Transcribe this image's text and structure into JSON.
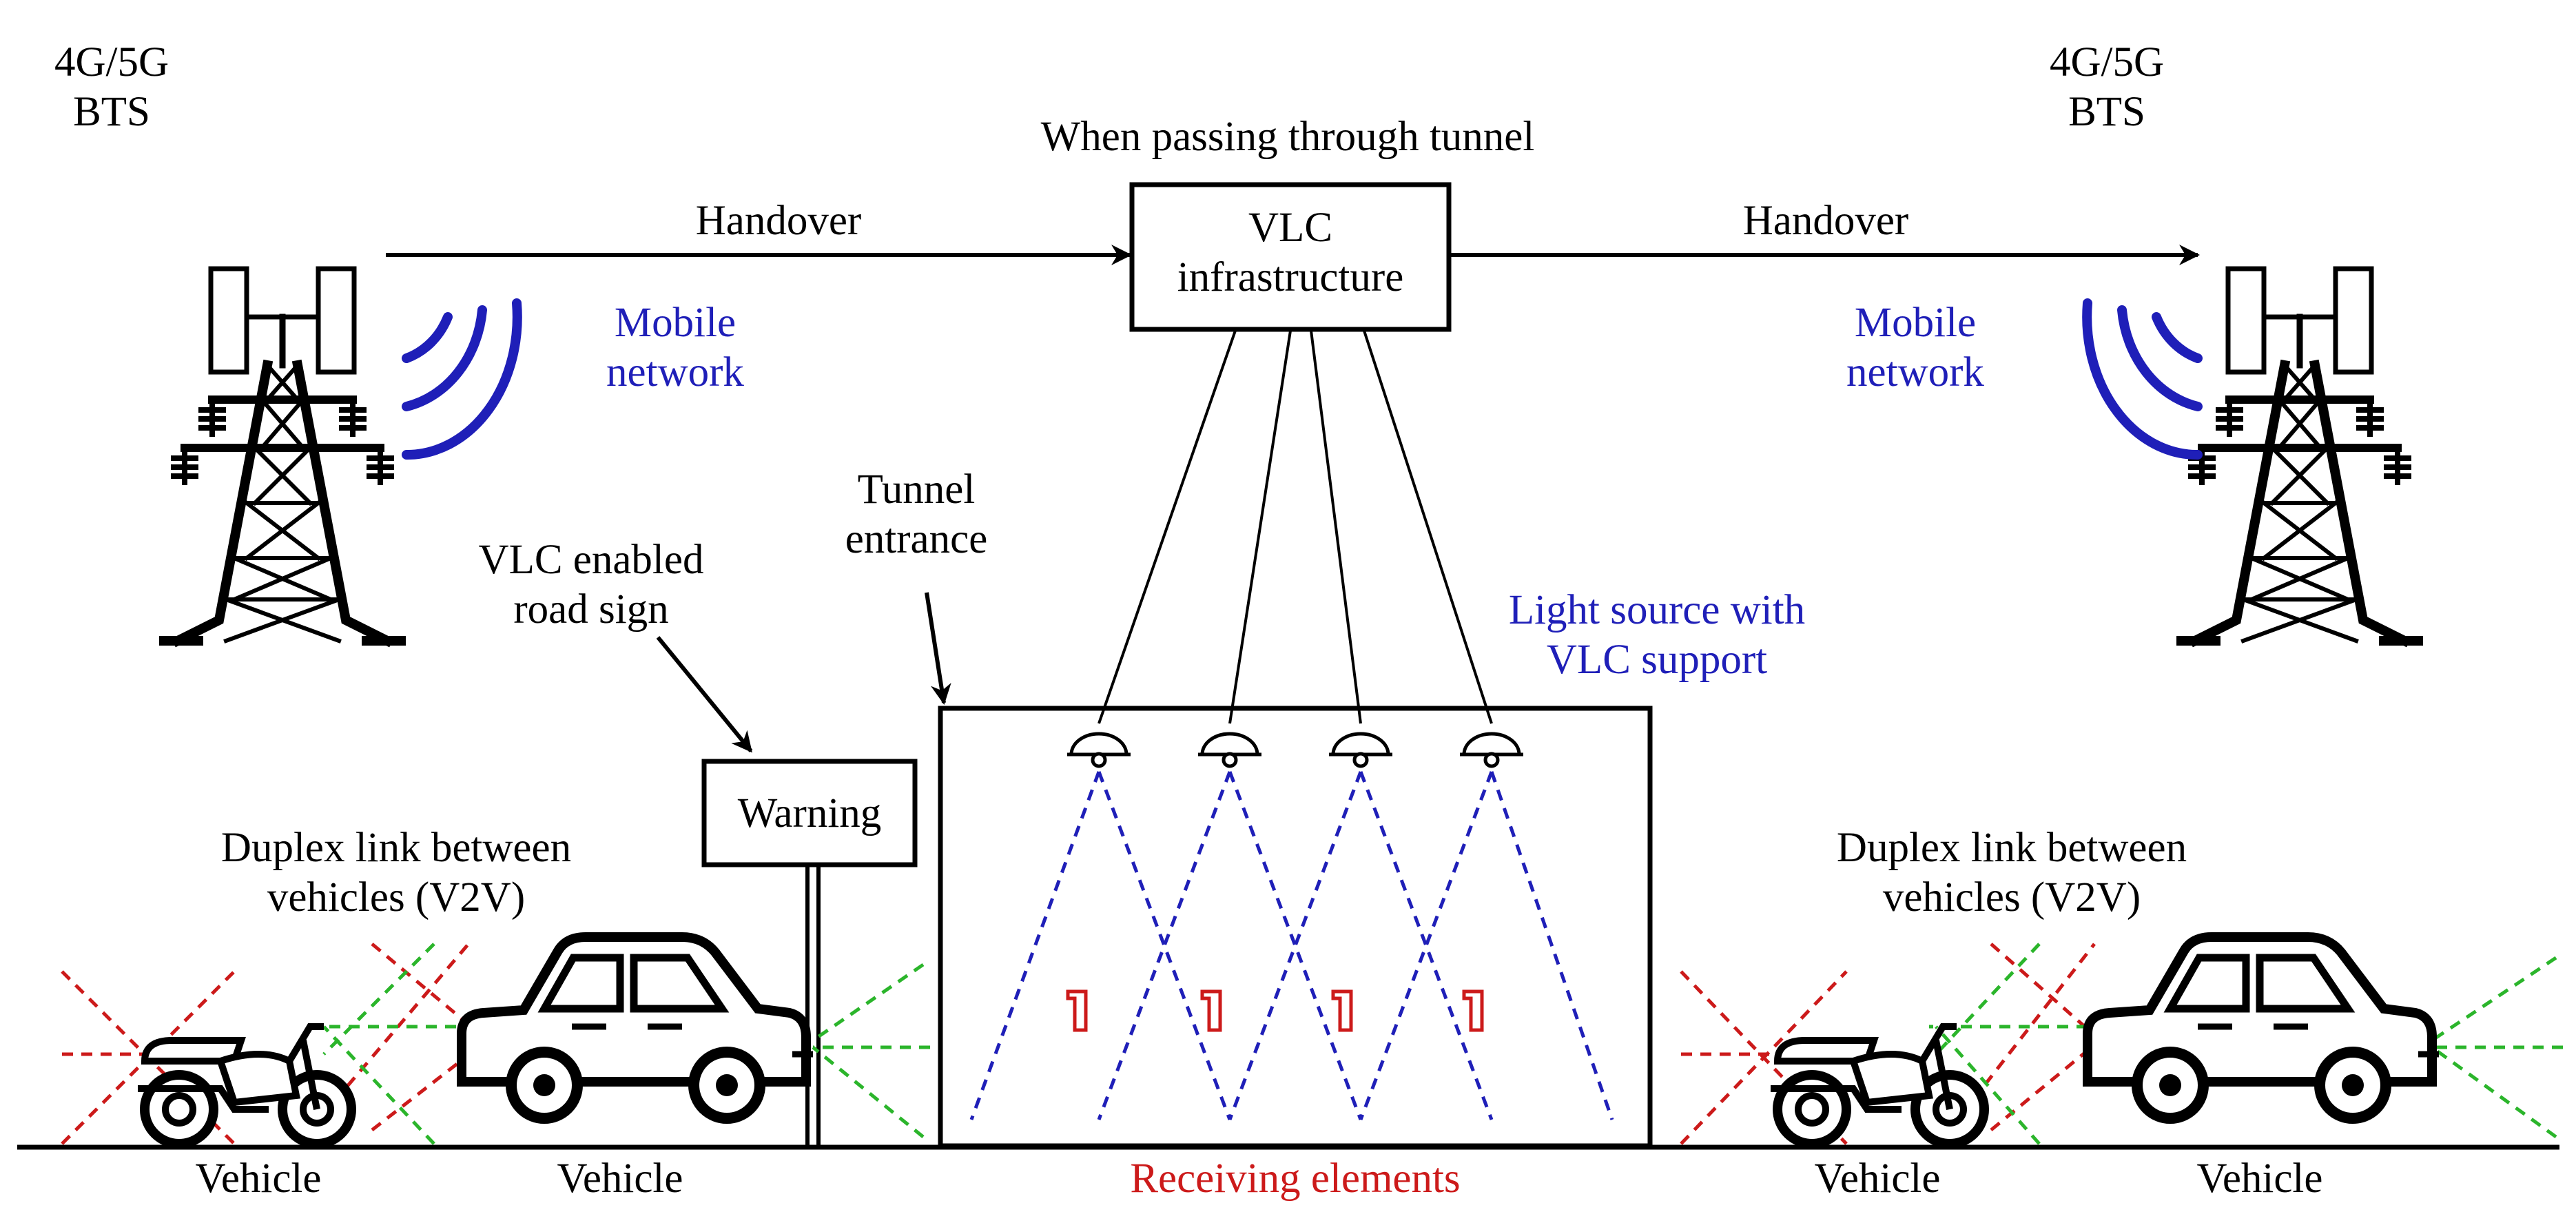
{
  "labels": {
    "bts_left": [
      "4G/5G",
      "BTS"
    ],
    "bts_right": [
      "4G/5G",
      "BTS"
    ],
    "tunnel_caption": "When passing through tunnel",
    "handover_left": "Handover",
    "handover_right": "Handover",
    "vlc_infrastructure": [
      "VLC",
      "infrastructure"
    ],
    "mobile_network_left": [
      "Mobile",
      "network"
    ],
    "mobile_network_right": [
      "Mobile",
      "network"
    ],
    "tunnel_entrance": [
      "Tunnel",
      "entrance"
    ],
    "road_sign": [
      "VLC enabled",
      "road sign"
    ],
    "light_source": [
      "Light source with",
      "VLC support"
    ],
    "warning": "Warning",
    "duplex_left": [
      "Duplex link between",
      "vehicles (V2V)"
    ],
    "duplex_right": [
      "Duplex link between",
      "vehicles (V2V)"
    ],
    "receiving_elements": "Receiving elements",
    "vehicles": [
      "Vehicle",
      "Vehicle",
      "Vehicle",
      "Vehicle"
    ]
  },
  "colors": {
    "mobile_network": "#1f1fb8",
    "light_beams": "#1f1fb8",
    "receiving_elements": "#cc1a1a",
    "v2v_incoming": "#2bb52b",
    "v2v_outgoing": "#cc1a1a"
  },
  "icons": [
    "tower-icon",
    "signal-waves-icon",
    "lamp-icon",
    "receiver-icon",
    "motorcycle-icon",
    "car-icon",
    "warning-sign-icon"
  ]
}
